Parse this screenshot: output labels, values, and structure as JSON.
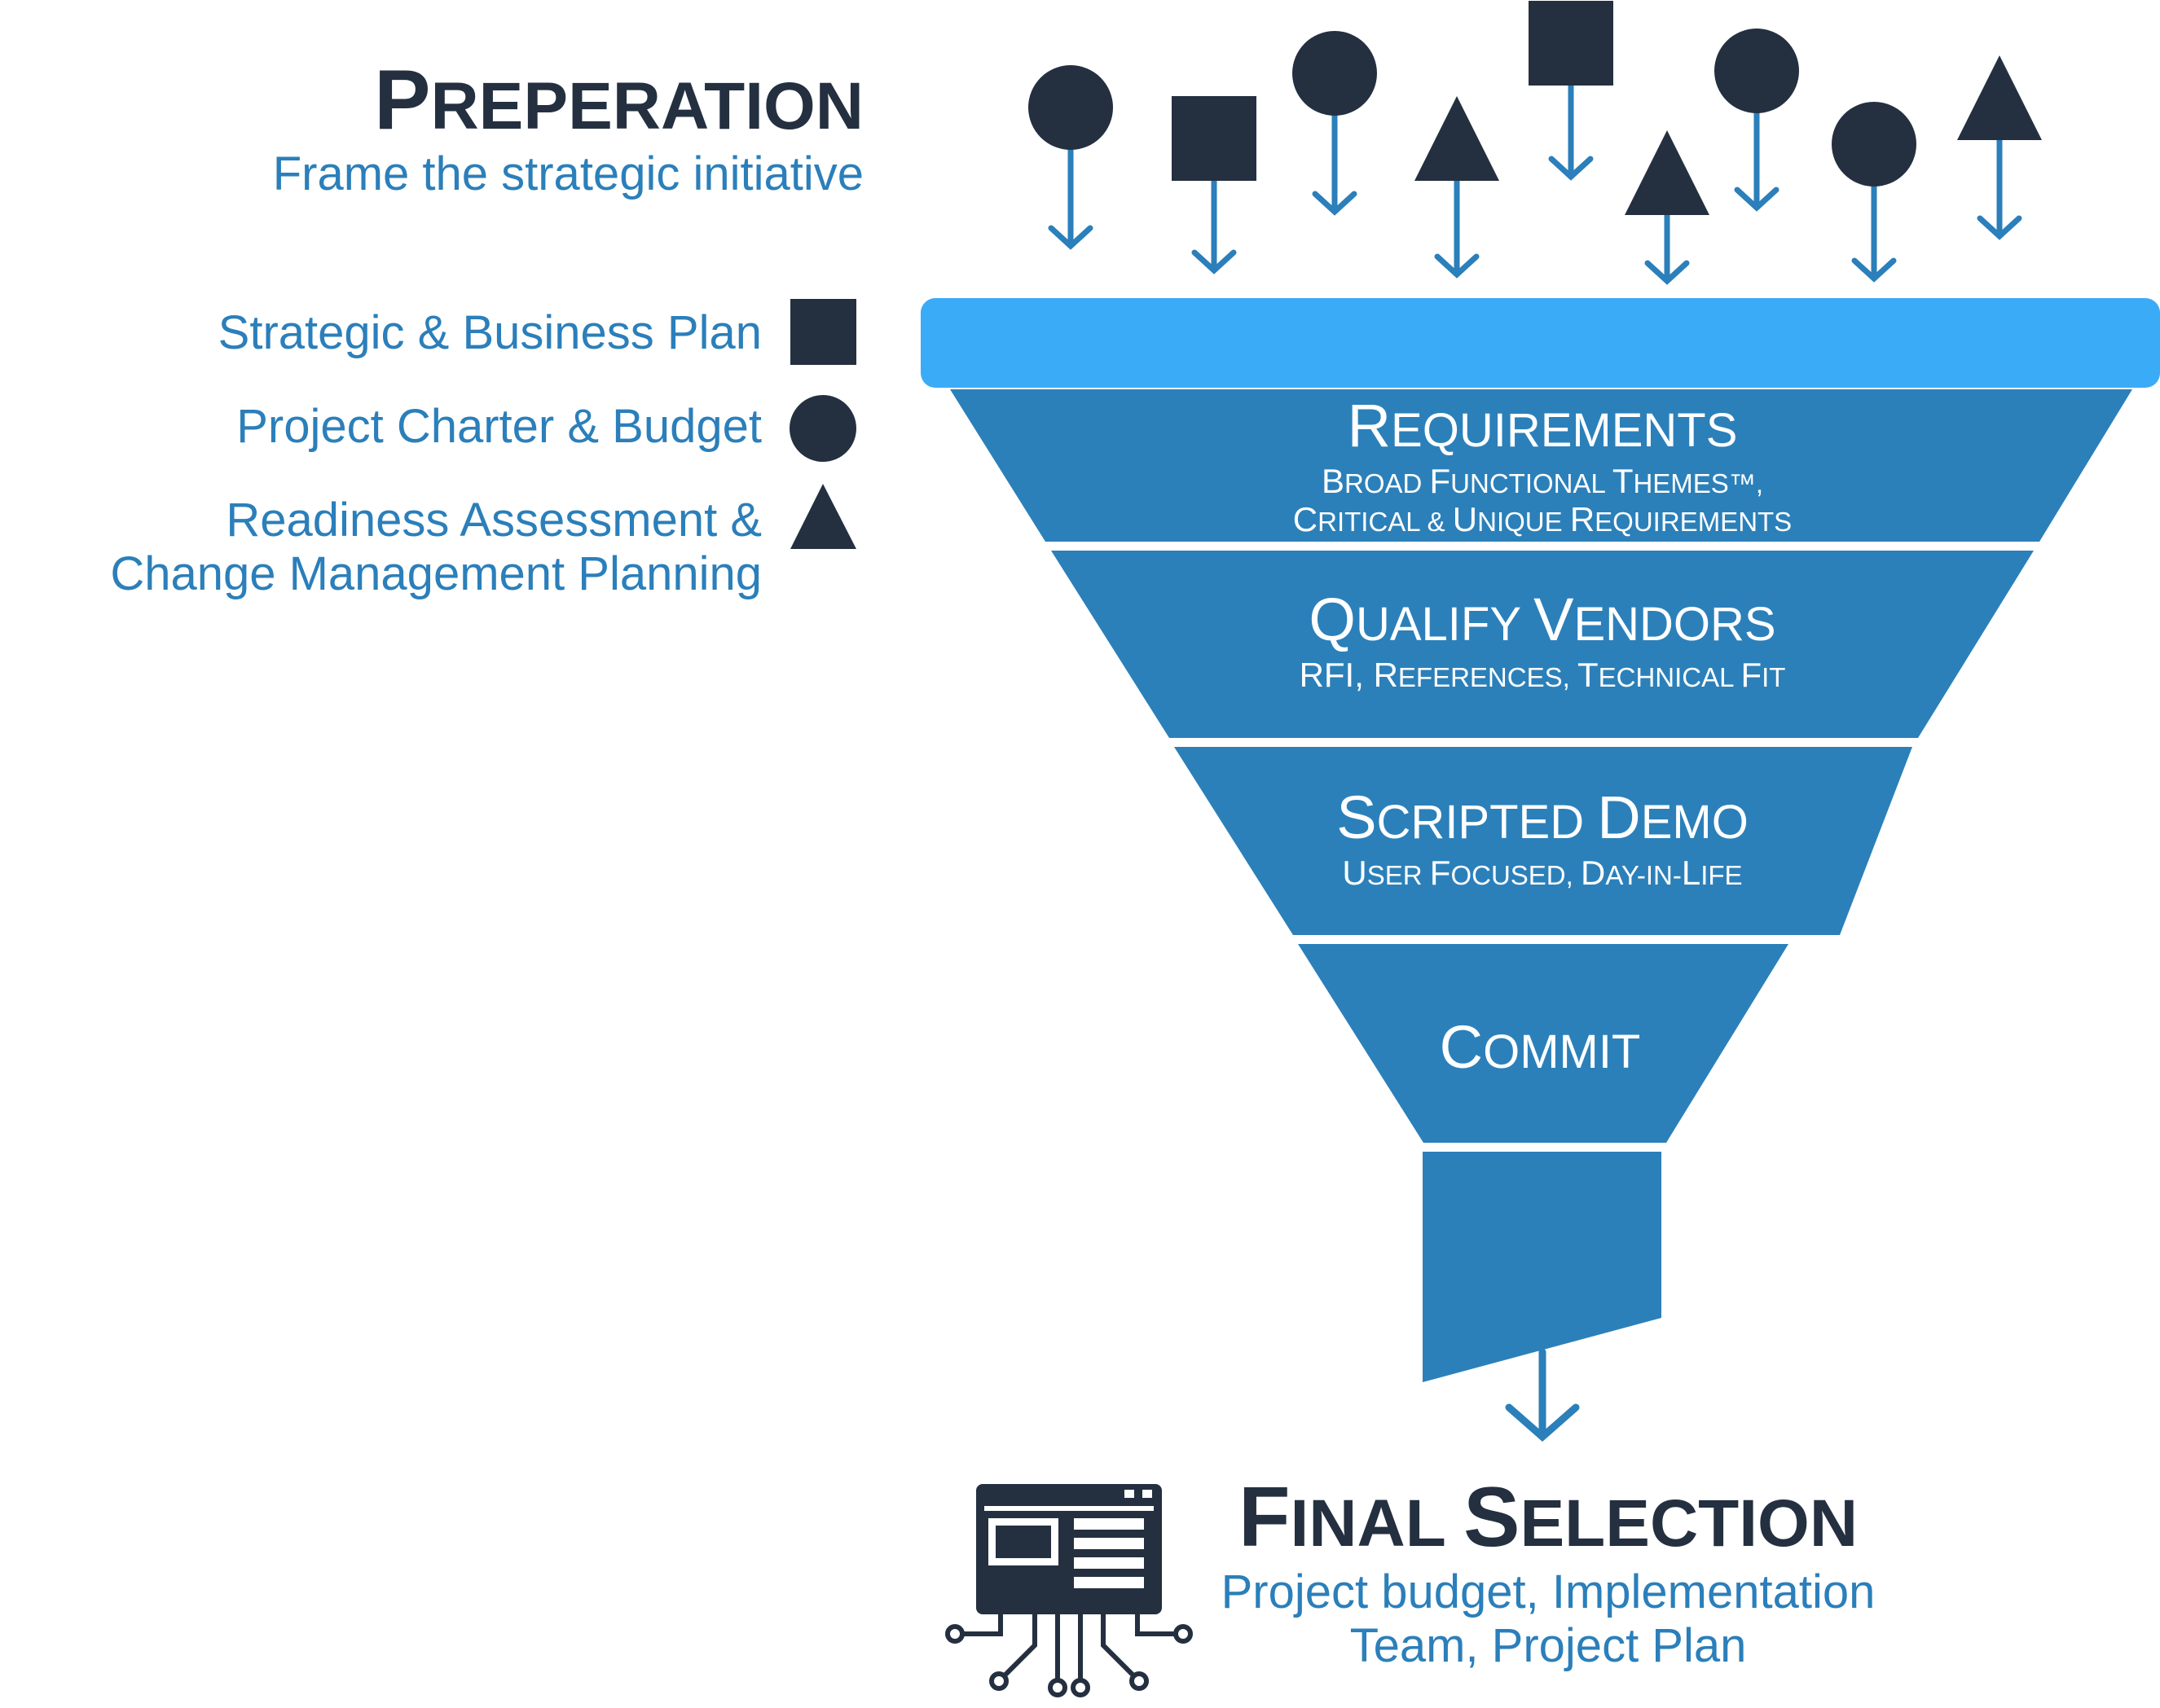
{
  "colors": {
    "dark": "#243040",
    "blue_text": "#2b7fba",
    "funnel": "#2b80ba",
    "funnel_rim": "#3aabf7",
    "white": "#ffffff"
  },
  "preparation": {
    "title_cap": "P",
    "title_rest": "REPERATION",
    "subtitle": "Frame the strategic initiative"
  },
  "legend": [
    {
      "label": "Strategic & Business Plan",
      "shape": "square-icon"
    },
    {
      "label": "Project Charter & Budget",
      "shape": "circle-icon"
    },
    {
      "label_line1": "Readiness Assessment &",
      "label_line2": "Change Management Planning",
      "shape": "triangle-icon"
    }
  ],
  "stages": [
    {
      "title_cap": "R",
      "title_rest": "EQUIREMENTS",
      "line1_parts": [
        [
          "B",
          "ROAD "
        ],
        [
          "F",
          "UNCTIONAL "
        ],
        [
          "T",
          "HEMES™,"
        ]
      ],
      "line2_parts": [
        [
          "C",
          "RITICAL & "
        ],
        [
          "U",
          "NIQUE "
        ],
        [
          "R",
          "EQUIREMENTS"
        ]
      ]
    },
    {
      "title_parts": [
        [
          "Q",
          "UALIFY "
        ],
        [
          "V",
          "ENDORS"
        ]
      ],
      "line1_parts": [
        [
          "RFI, ",
          ""
        ],
        [
          "R",
          "EFERENCES, "
        ],
        [
          "T",
          "ECHNICAL "
        ],
        [
          "F",
          "IT"
        ]
      ]
    },
    {
      "title_parts": [
        [
          "S",
          "CRIPTED "
        ],
        [
          "D",
          "EMO"
        ]
      ],
      "line1_parts": [
        [
          "U",
          "SER "
        ],
        [
          "F",
          "OCUSED, "
        ],
        [
          "D",
          "AY-IN-"
        ],
        [
          "L",
          "IFE"
        ]
      ]
    },
    {
      "title_parts": [
        [
          "C",
          "OMMIT"
        ]
      ]
    }
  ],
  "final": {
    "title_parts": [
      [
        "F",
        "INAL "
      ],
      [
        "S",
        "ELECTION"
      ]
    ],
    "subtitle_line1": "Project budget, Implementation",
    "subtitle_line2": "Team, Project Plan"
  },
  "icons": {
    "falling_shapes": [
      "circle",
      "square",
      "circle",
      "triangle",
      "square",
      "triangle",
      "circle",
      "circle",
      "triangle"
    ],
    "final_icon": "computer-chip-icon"
  }
}
